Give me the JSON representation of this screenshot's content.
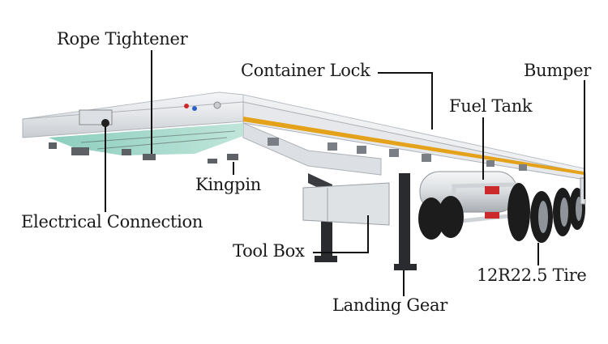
{
  "labels": {
    "rope_tightener": "Rope Tightener",
    "container_lock": "Container Lock",
    "bumper": "Bumper",
    "fuel_tank": "Fuel Tank",
    "kingpin": "Kingpin",
    "electrical_connection": "Electrical Connection",
    "tool_box": "Tool Box",
    "tire": "12R22.5 Tire",
    "landing_gear": "Landing Gear"
  },
  "colors": {
    "body": "#e9ecef",
    "accent_stripe": "#e3a21a",
    "tire": "#1c1c1c",
    "reflector_red": "#cc2a2a",
    "leader_line": "#111111"
  }
}
